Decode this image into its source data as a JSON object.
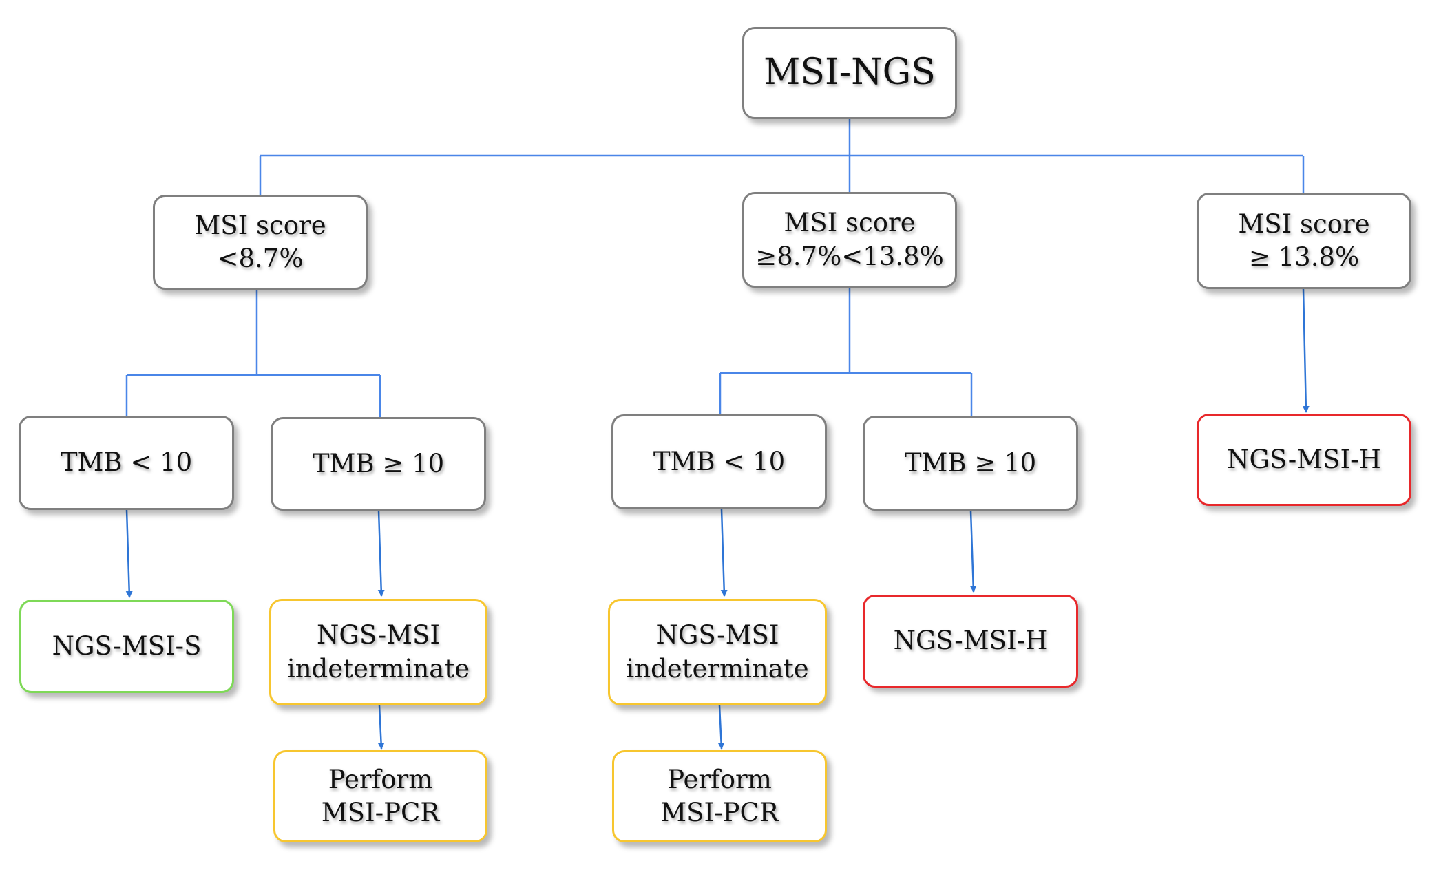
{
  "colors": {
    "connector": "#4a86e8",
    "arrow": "#2e75d6",
    "neutral_border": "#7f7f7f",
    "stable_border": "#7ed957",
    "indeterminate_border": "#f7c62f",
    "high_border": "#e8282b"
  },
  "nodes": {
    "root": {
      "lines": [
        "MSI-NGS"
      ]
    },
    "score_low": {
      "lines": [
        "MSI score",
        "<8.7%"
      ]
    },
    "score_mid": {
      "lines": [
        "MSI score",
        "≥8.7%<13.8%"
      ]
    },
    "score_high": {
      "lines": [
        "MSI score",
        "≥ 13.8%"
      ]
    },
    "tmb_low_a": {
      "lines": [
        "TMB < 10"
      ]
    },
    "tmb_high_a": {
      "lines": [
        "TMB ≥ 10"
      ]
    },
    "tmb_low_b": {
      "lines": [
        "TMB < 10"
      ]
    },
    "tmb_high_b": {
      "lines": [
        "TMB ≥ 10"
      ]
    },
    "result_high_direct": {
      "lines": [
        "NGS-MSI-H"
      ]
    },
    "result_stable": {
      "lines": [
        "NGS-MSI-S"
      ]
    },
    "result_indeterminate_a": {
      "lines": [
        "NGS-MSI",
        "indeterminate"
      ]
    },
    "result_indeterminate_b": {
      "lines": [
        "NGS-MSI",
        "indeterminate"
      ]
    },
    "result_high_b": {
      "lines": [
        "NGS-MSI-H"
      ]
    },
    "action_pcr_a": {
      "lines": [
        "Perform",
        "MSI-PCR"
      ]
    },
    "action_pcr_b": {
      "lines": [
        "Perform",
        "MSI-PCR"
      ]
    }
  }
}
